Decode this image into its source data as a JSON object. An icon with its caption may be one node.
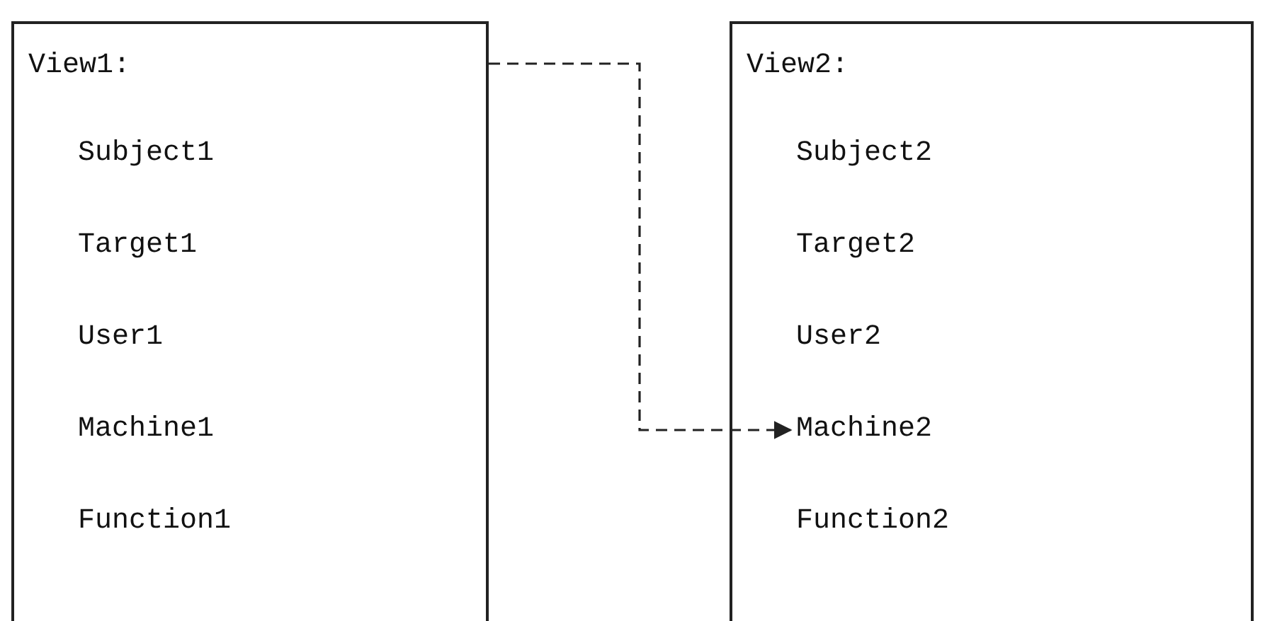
{
  "diagram": {
    "nodes": [
      {
        "text": [
          "View1:"
        ]
      },
      {
        "text": [
          "Subject1"
        ],
        "in": 0
      },
      {
        "text": [
          "Target1"
        ],
        "in": 0
      },
      {
        "text": [
          "User1"
        ],
        "in": 0
      },
      {
        "text": [
          "Machine1"
        ],
        "in": 0
      },
      {
        "text": [
          "Function1"
        ],
        "in": 0
      },
      {
        "text": [
          "View2:"
        ]
      },
      {
        "text": [
          "Subject2"
        ],
        "in": 6
      },
      {
        "text": [
          "Target2"
        ],
        "in": 6
      },
      {
        "text": [
          "User2"
        ],
        "in": 6
      },
      {
        "text": [
          "Machine2"
        ],
        "in": 6
      },
      {
        "text": [
          "Function2"
        ],
        "in": 6
      }
    ],
    "edges": [
      {
        "from": 0,
        "to": 10,
        "arrow": "to",
        "style": "dashed"
      }
    ]
  }
}
